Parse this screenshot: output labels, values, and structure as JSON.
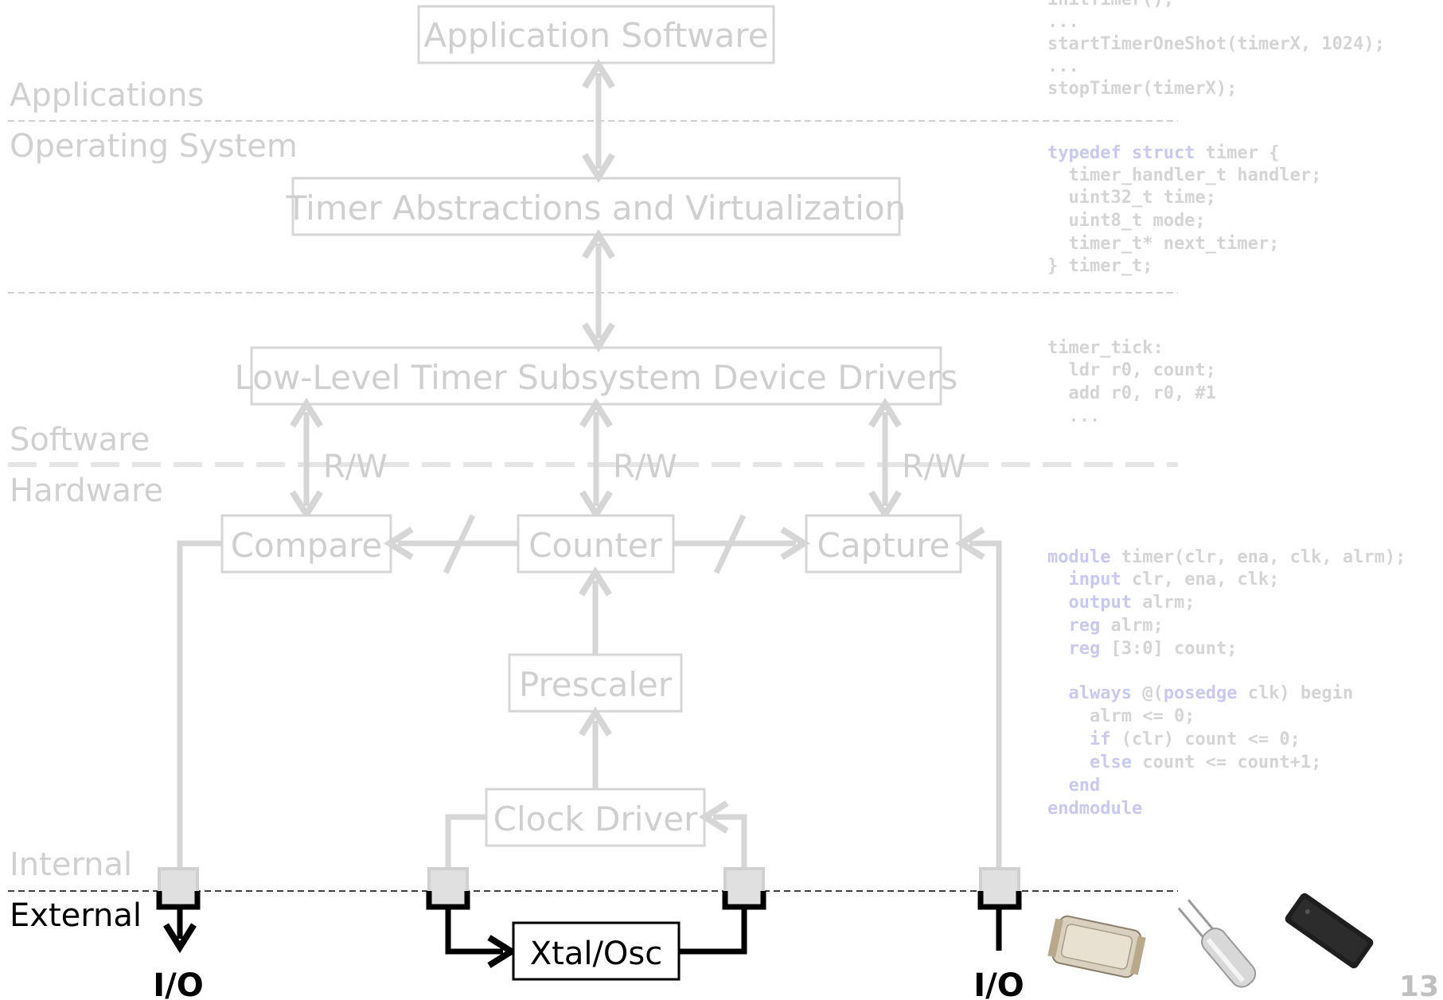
{
  "boxes": {
    "application_software": "Application Software",
    "timer_abstractions": "Timer Abstractions and Virtualization",
    "low_level_drivers": "Low-Level Timer Subsystem Device Drivers",
    "compare": "Compare",
    "counter": "Counter",
    "capture": "Capture",
    "prescaler": "Prescaler",
    "clock_driver": "Clock Driver",
    "xtal_osc": "Xtal/Osc"
  },
  "layers": {
    "applications": "Applications",
    "operating_system": "Operating System",
    "software": "Software",
    "hardware": "Hardware",
    "internal": "Internal",
    "external": "External"
  },
  "rw_label": "R/W",
  "io_label": "I/O",
  "page_number": "13",
  "code": {
    "app": [
      "initTimer();",
      "...",
      "startTimerOneShot(timerX, 1024);",
      "...",
      "stopTimer(timerX);"
    ],
    "os": [
      "typedef struct timer {",
      "  timer_handler_t handler;",
      "  uint32_t time;",
      "  uint8_t mode;",
      "  timer_t* next_timer;",
      "} timer_t;"
    ],
    "asm": [
      "timer_tick:",
      "  ldr r0, count;",
      "  add r0, r0, #1",
      "  ..."
    ],
    "verilog": [
      "module timer(clr, ena, clk, alrm);",
      "  input clr, ena, clk;",
      "  output alrm;",
      "  reg alrm;",
      "  reg [3:0] count;",
      "",
      "  always @(posedge clk) begin",
      "    alrm <= 0;",
      "    if (clr) count <= 0;",
      "    else count <= count+1;",
      "  end",
      "endmodule"
    ]
  },
  "colors": {
    "faded": "#d6d6d6",
    "faded_text": "#cfcfcf",
    "keyword": "#c8c8f0",
    "active": "#000000"
  },
  "images": [
    "crystal-smd-image",
    "crystal-cylinder-image",
    "oscillator-package-image"
  ]
}
